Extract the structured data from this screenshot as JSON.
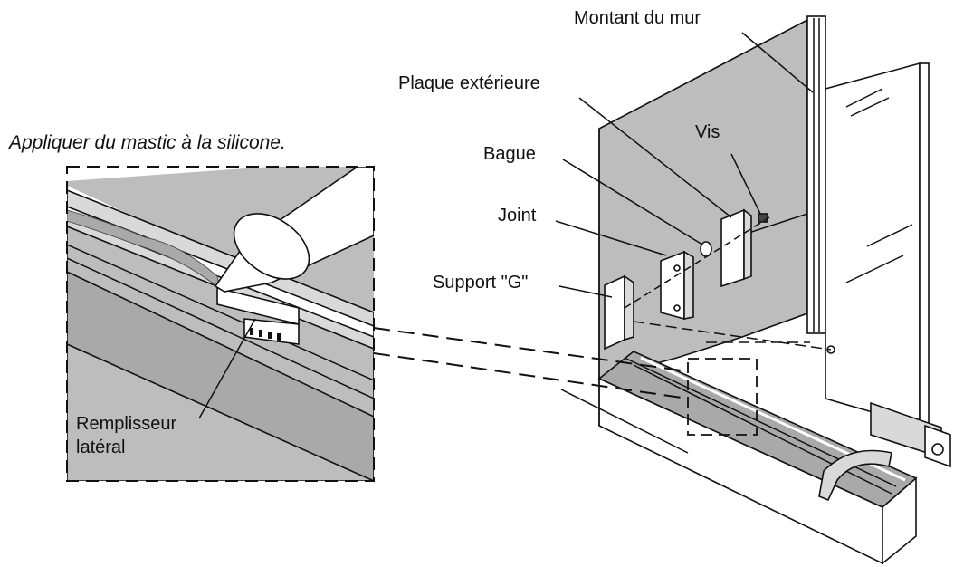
{
  "caption": "Appliquer du mastic à la silicone.",
  "labels": {
    "wall_stud": "Montant du mur",
    "outer_plate": "Plaque extérieure",
    "screw": "Vis",
    "ring": "Bague",
    "seal": "Joint",
    "g_bracket": "Support \"G\"",
    "side_filler_line1": "Remplisseur",
    "side_filler_line2": "latéral"
  },
  "colors": {
    "wall_gray": "#bdbdbd",
    "light_gray": "#d9d9d9",
    "mid_gray": "#a9a9a9",
    "line": "#111111",
    "background": "#ffffff"
  }
}
